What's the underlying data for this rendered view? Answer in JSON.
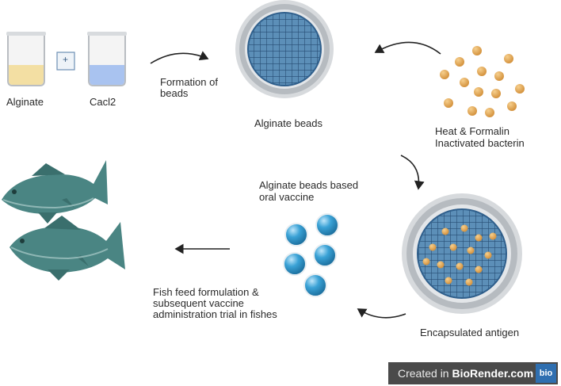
{
  "labels": {
    "alginate": "Alginate",
    "plus": "+",
    "cacl2": "Cacl2",
    "formation_line1": "Formation of",
    "formation_line2": "beads",
    "alginate_beads": "Alginate beads",
    "heat_line1": "Heat & Formalin",
    "heat_line2": "Inactivated  bacterin",
    "vaccine_line1": "Alginate beads based",
    "vaccine_line2": "oral vaccine",
    "encapsulated": "Encapsulated antigen",
    "fish_line1": "Fish feed formulation &",
    "fish_line2": "subsequent vaccine",
    "fish_line3": "administration trial in fishes"
  },
  "badge": {
    "prefix": "Created in ",
    "brand": "BioRender.com",
    "logo": "bio"
  },
  "colors": {
    "alginate_liquid": "#f3dfa3",
    "cacl2_liquid": "#a9c3f0",
    "bead_mesh_bg": "#5c8fb8",
    "bead_mesh_line": "#264c73",
    "dish_rim": "#c9cdd2",
    "bacteria": "#e2a85a",
    "bead_blue": "#3aa2d6",
    "fish_body": "#4a8583",
    "badge_bg": "#4a4a4a"
  },
  "icons": [
    "beaker-icon",
    "petri-dish-icon",
    "bacteria-cluster-icon",
    "alginate-bead-icon",
    "fish-icon",
    "arrow-icon"
  ]
}
